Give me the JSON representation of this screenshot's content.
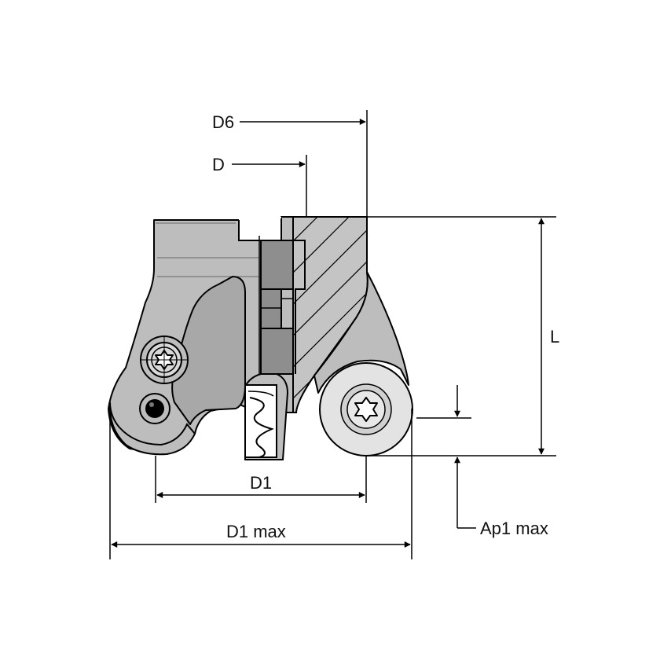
{
  "diagram": {
    "type": "cutter-dimension-drawing",
    "labels": {
      "d6": "D6",
      "d": "D",
      "l": "L",
      "d1": "D1",
      "d1_max": "D1 max",
      "ap1_max": "Ap1 max"
    },
    "colors": {
      "body": "#bdbdbd",
      "body_dark": "#8e8e8e",
      "section": "#c4c4c4",
      "insert": "#e3e3e3",
      "outline": "#000000",
      "background": "#ffffff"
    },
    "icons": [
      "torx-screw-icon",
      "round-insert-icon",
      "coolant-hole-icon",
      "dimension-arrow-icon"
    ]
  }
}
